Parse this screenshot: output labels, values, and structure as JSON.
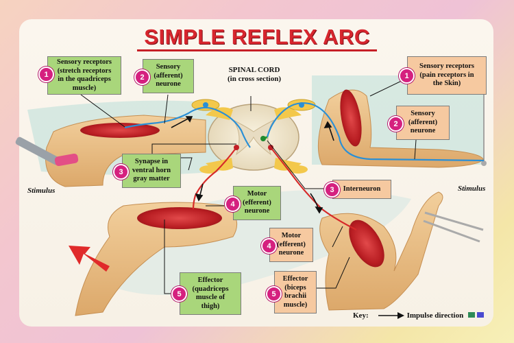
{
  "title": "SIMPLE REFLEX ARC",
  "spinal_cord": {
    "line1": "SPINAL CORD",
    "line2": "(in cross section)"
  },
  "labels": {
    "left_receptors": {
      "number": "1",
      "lines": [
        "Sensory receptors",
        "(stretch receptors",
        "in the quadriceps",
        "muscle)"
      ]
    },
    "left_sensory": {
      "number": "2",
      "lines": [
        "Sensory",
        "(afferent)",
        "neurone"
      ]
    },
    "synapse": {
      "number": "3",
      "lines": [
        "Synapse in",
        "ventral horn",
        "gray matter"
      ]
    },
    "left_motor": {
      "number": "4",
      "lines": [
        "Motor",
        "(efferent)",
        "neurone"
      ]
    },
    "left_effector": {
      "number": "5",
      "lines": [
        "Effector",
        "(quadriceps",
        "muscle of",
        "thigh)"
      ]
    },
    "right_receptors": {
      "number": "1",
      "lines": [
        "Sensory receptors",
        "(pain receptors in",
        "the Skin)"
      ]
    },
    "right_sensory": {
      "number": "2",
      "lines": [
        "Sensory",
        "(afferent)",
        "neurone"
      ]
    },
    "interneuron": {
      "number": "3",
      "lines": [
        "Interneuron"
      ]
    },
    "right_motor": {
      "number": "4",
      "lines": [
        "Motor",
        "(efferent)",
        "neurone"
      ]
    },
    "right_effector": {
      "number": "5",
      "lines": [
        "Effector",
        "(biceps",
        "brachii",
        "muscle)"
      ]
    }
  },
  "stimulus_left": "Stimulus",
  "stimulus_right": "Stimulus",
  "key": {
    "label": "Key:",
    "text": "Impulse direction"
  },
  "colors": {
    "title": "#d7262e",
    "green_box": "#a9d67b",
    "peach_box": "#f6c9a0",
    "badge": "#d5207f",
    "sensory_nerve": "#2a8fd6",
    "motor_nerve": "#d62a2a"
  }
}
